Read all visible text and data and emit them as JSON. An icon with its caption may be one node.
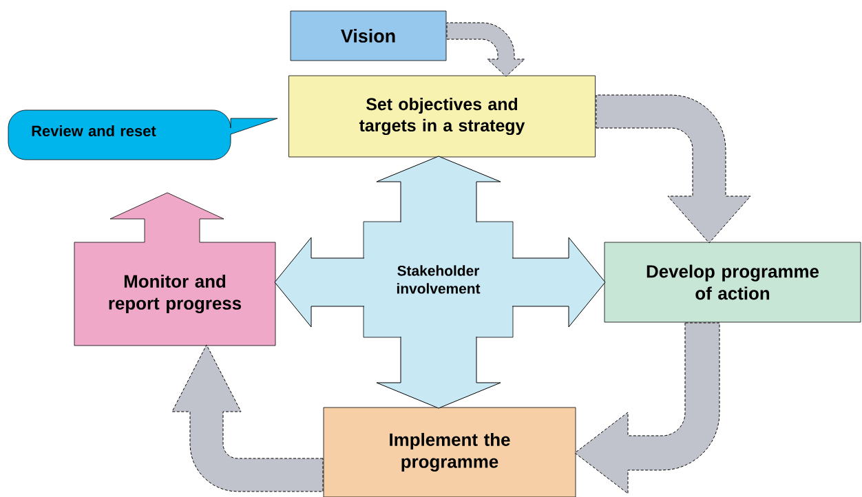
{
  "diagram": {
    "nodes": [
      {
        "text": [
          "Vision"
        ]
      },
      {
        "text": [
          "Set objectives and targets in a strategy"
        ]
      },
      {
        "text": [
          "Review and reset"
        ]
      },
      {
        "text": [
          "Monitor and report progress"
        ]
      },
      {
        "text": [
          "Stakeholder involvement"
        ]
      },
      {
        "text": [
          "Develop programme of action"
        ]
      },
      {
        "text": [
          "Implement the programme"
        ]
      }
    ],
    "edges": [
      {
        "from": 0,
        "to": 1,
        "arrow": "to",
        "style": "dashed"
      },
      {
        "from": 1,
        "to": 5,
        "arrow": "to",
        "style": "dashed"
      },
      {
        "from": 5,
        "to": 6,
        "arrow": "to",
        "style": "dashed"
      },
      {
        "from": 6,
        "to": 3,
        "arrow": "to",
        "style": "dashed"
      },
      {
        "from": 4,
        "to": 1,
        "arrow": "to",
        "color": "#c8e8f4"
      },
      {
        "from": 4,
        "to": 3,
        "arrow": "to",
        "color": "#c8e8f4"
      },
      {
        "from": 4,
        "to": 5,
        "arrow": "to",
        "color": "#c8e8f4"
      },
      {
        "from": 4,
        "to": 6,
        "arrow": "to",
        "color": "#c8e8f4"
      }
    ]
  }
}
